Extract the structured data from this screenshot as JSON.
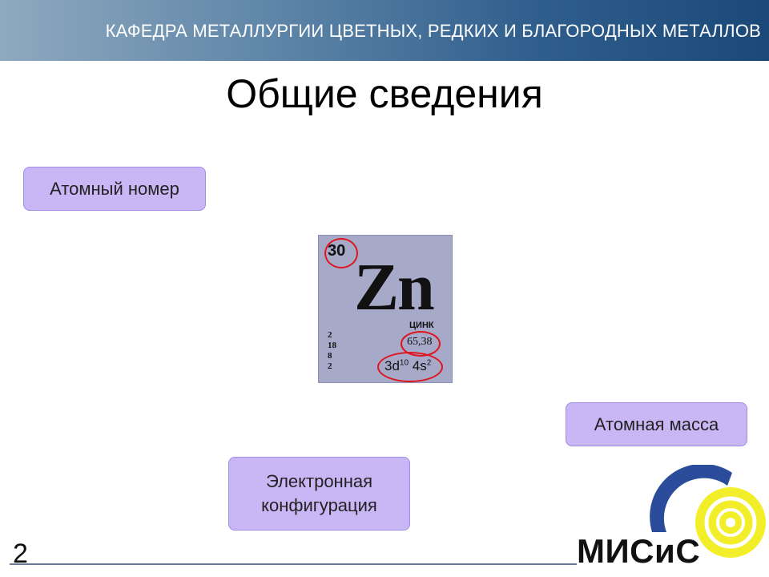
{
  "header": {
    "title": "КАФЕДРА МЕТАЛЛУРГИИ ЦВЕТНЫХ, РЕДКИХ И БЛАГОРОДНЫХ МЕТАЛЛОВ"
  },
  "slide": {
    "title": "Общие сведения",
    "number": "2"
  },
  "callouts": {
    "atomic_number": "Атомный номер",
    "atomic_mass": "Атомная масса",
    "electron_config_line1": "Электронная",
    "electron_config_line2": "конфигурация"
  },
  "element": {
    "number": "30",
    "symbol": "Zn",
    "name": "ЦИНК",
    "mass": "65,38",
    "shells": [
      "2",
      "18",
      "8",
      "2"
    ],
    "config_d": "3d",
    "config_d_exp": "10",
    "config_s": "4s",
    "config_s_exp": "2"
  },
  "logo": {
    "text": "МИСиС"
  },
  "colors": {
    "header_gradient_start": "#8fa9bf",
    "header_gradient_end": "#1a4878",
    "callout_fill": "#c8b6f5",
    "ring": "#e0141c",
    "logo_blue": "#2b4c9a",
    "logo_yellow": "#f2ee2a"
  }
}
